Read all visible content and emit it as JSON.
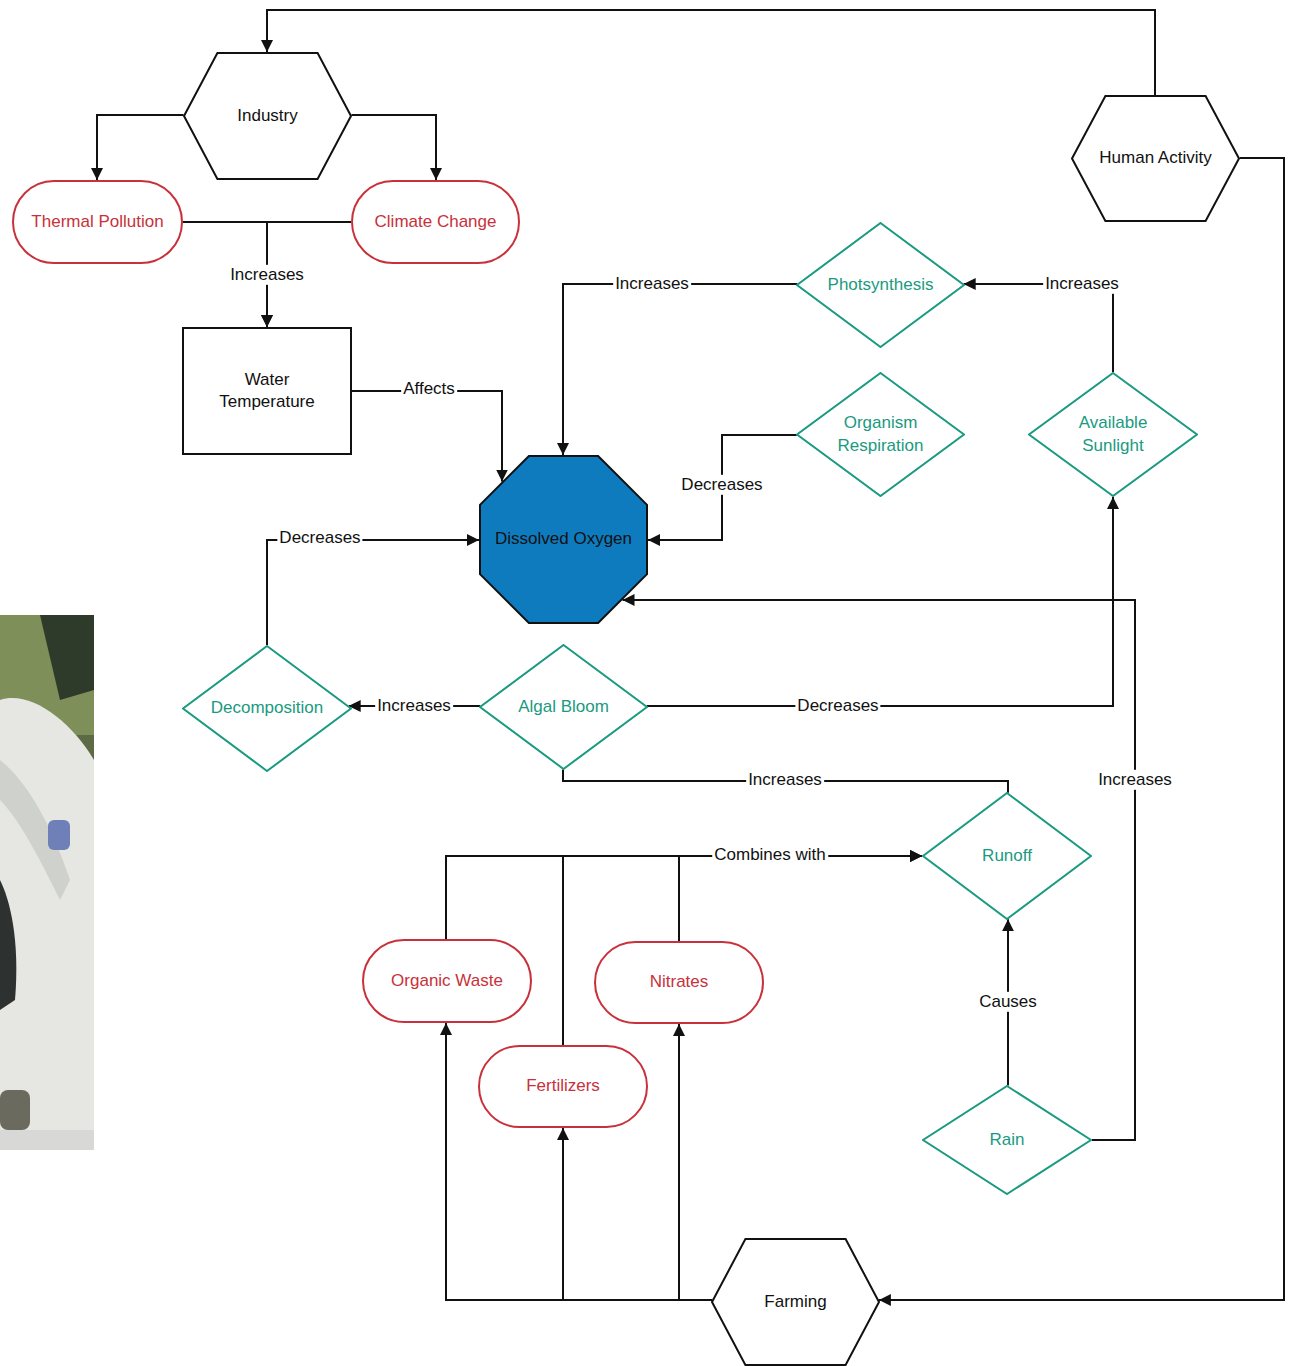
{
  "diagram": {
    "nodes": [
      {
        "text": [
          "Industry"
        ]
      },
      {
        "text": [
          "Human Activity"
        ]
      },
      {
        "text": [
          "Thermal Pollution"
        ]
      },
      {
        "text": [
          "Climate Change"
        ]
      },
      {
        "text": [
          "Photsynthesis"
        ]
      },
      {
        "text": [
          "Water Temperature"
        ]
      },
      {
        "text": [
          "Organism Respiration"
        ]
      },
      {
        "text": [
          "Available Sunlight"
        ]
      },
      {
        "text": [
          "Dissolved Oxygen"
        ]
      },
      {
        "text": [
          "Decomposition"
        ]
      },
      {
        "text": [
          "Algal Bloom"
        ]
      },
      {
        "text": [
          "Runoff"
        ]
      },
      {
        "text": [
          "Organic Waste"
        ]
      },
      {
        "text": [
          "Nitrates"
        ]
      },
      {
        "text": [
          "Fertilizers"
        ]
      },
      {
        "text": [
          "Rain"
        ]
      },
      {
        "text": [
          "Farming"
        ]
      }
    ],
    "edges": [
      {
        "from": 1,
        "to": 0,
        "arrow": "to"
      },
      {
        "from": 1,
        "to": 16,
        "arrow": "to"
      },
      {
        "from": 0,
        "to": 2,
        "arrow": "to"
      },
      {
        "from": 0,
        "to": 3,
        "arrow": "to"
      },
      {
        "from": 2,
        "to": 5,
        "label": "Increases",
        "arrow": "to"
      },
      {
        "from": 3,
        "to": 5,
        "arrow": "to"
      },
      {
        "from": 5,
        "to": 8,
        "label": "Affects",
        "arrow": "to"
      },
      {
        "from": 4,
        "to": 8,
        "label": "Increases",
        "arrow": "to"
      },
      {
        "from": 7,
        "to": 4,
        "label": "Increases",
        "arrow": "to"
      },
      {
        "from": 6,
        "to": 8,
        "label": "Decreases",
        "arrow": "to"
      },
      {
        "from": 9,
        "to": 8,
        "label": "Decreases",
        "arrow": "to"
      },
      {
        "from": 10,
        "to": 9,
        "label": "Increases",
        "arrow": "to"
      },
      {
        "from": 10,
        "to": 7,
        "label": "Decreases",
        "arrow": "to"
      },
      {
        "from": 11,
        "to": 10,
        "label": "Increases",
        "arrow": "none"
      },
      {
        "from": 12,
        "to": 11,
        "label": "Combines with",
        "arrow": "to"
      },
      {
        "from": 14,
        "to": 11,
        "arrow": "to"
      },
      {
        "from": 13,
        "to": 11,
        "arrow": "to"
      },
      {
        "from": 15,
        "to": 11,
        "label": "Causes",
        "arrow": "to"
      },
      {
        "from": 15,
        "to": 8,
        "label": "Increases",
        "arrow": "to"
      },
      {
        "from": 16,
        "to": 12,
        "arrow": "to"
      },
      {
        "from": 16,
        "to": 14,
        "arrow": "to"
      },
      {
        "from": 16,
        "to": 13,
        "arrow": "to"
      }
    ]
  }
}
